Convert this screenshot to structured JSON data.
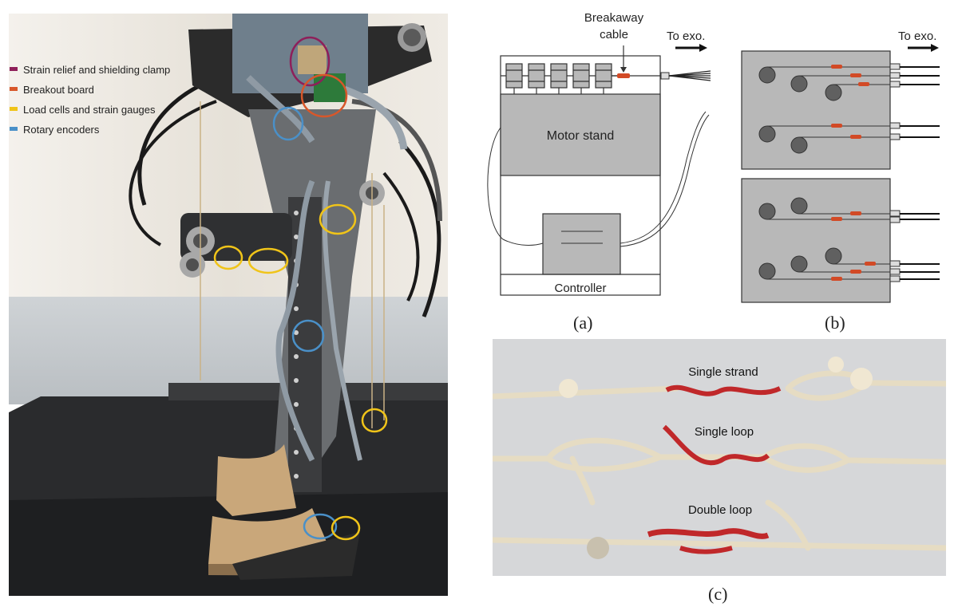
{
  "figure": {
    "legend": {
      "items": [
        {
          "label": "Strain relief and shielding clamp",
          "color": "#8e1f5a"
        },
        {
          "label": "Breakout board",
          "color": "#d8572a"
        },
        {
          "label": "Load cells and strain gauges",
          "color": "#f0c419"
        },
        {
          "label": "Rotary encoders",
          "color": "#4a90c8"
        }
      ]
    },
    "panel_a": {
      "caption": "(a)",
      "breakaway_label_line1": "Breakaway",
      "breakaway_label_line2": "cable",
      "to_exo": "To exo.",
      "motor_stand": "Motor stand",
      "controller": "Controller"
    },
    "panel_b": {
      "caption": "(b)",
      "to_exo": "To exo."
    },
    "panel_c": {
      "caption": "(c)",
      "knots": [
        "Single strand",
        "Single loop",
        "Double loop"
      ]
    },
    "colors": {
      "cable_red": "#d24a26",
      "diagram_gray": "#b8b8b8",
      "dark_gray": "#555555"
    }
  }
}
